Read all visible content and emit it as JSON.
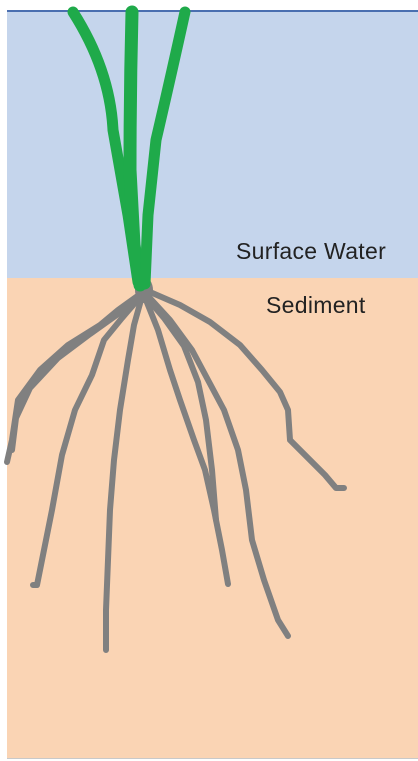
{
  "layers": {
    "water": {
      "label": "Surface Water",
      "color": "#c5d5ec"
    },
    "sediment": {
      "label": "Sediment",
      "color": "#fad4b4"
    }
  },
  "plant": {
    "leaf_color": "#1faa4a",
    "root_color": "#808080",
    "leaf-count": 3,
    "root-count": 8
  },
  "frame": {
    "top_rule_color": "#4a6fb0"
  }
}
